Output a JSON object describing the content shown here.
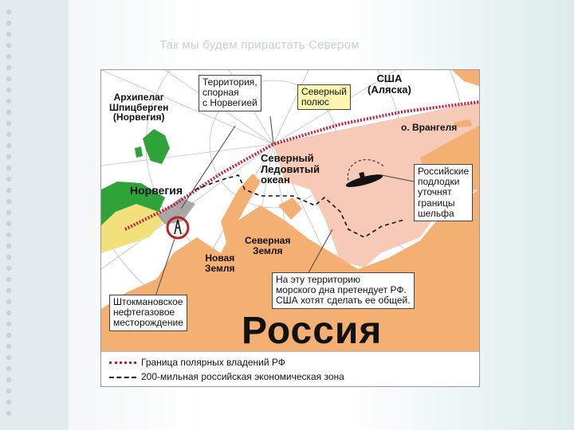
{
  "slide": {
    "title": "Так мы будем прирастать Севером"
  },
  "map": {
    "labels": {
      "svalbard": "Архипелаг\nШпицберген\n(Норвегия)",
      "usa": "США\n(Аляска)",
      "wrangel": "о. Врангеля",
      "norway": "Норвегия",
      "ocean": "Северный\nЛедовитый\nокеан",
      "severnaya_zemlya": "Северная\nЗемля",
      "novaya_zemlya": "Новая\nЗемля",
      "russia": "Россия"
    },
    "callouts": {
      "disputed": "Территория,\nспорная\nс Норвегией",
      "north_pole": "Северный\nполюс",
      "submarines": "Российские\nподлодки\nуточнят\nграницы\nшельфа",
      "seabed": "На эту территорию\nморского дна претендует РФ.\nСША хотят сделать ее общей.",
      "shtokman": "Штокмановское\nнефтегазовое\nместорождение"
    },
    "legend": {
      "polar_border": "Граница полярных владений РФ",
      "eez": "200-мильная российская экономическая зона"
    },
    "colors": {
      "land_russia": "#f4b073",
      "claim_zone": "#f7c9b7",
      "land_norway": "#2fa23a",
      "border_line": "#c01f3a",
      "sea": "#ffffff"
    }
  }
}
